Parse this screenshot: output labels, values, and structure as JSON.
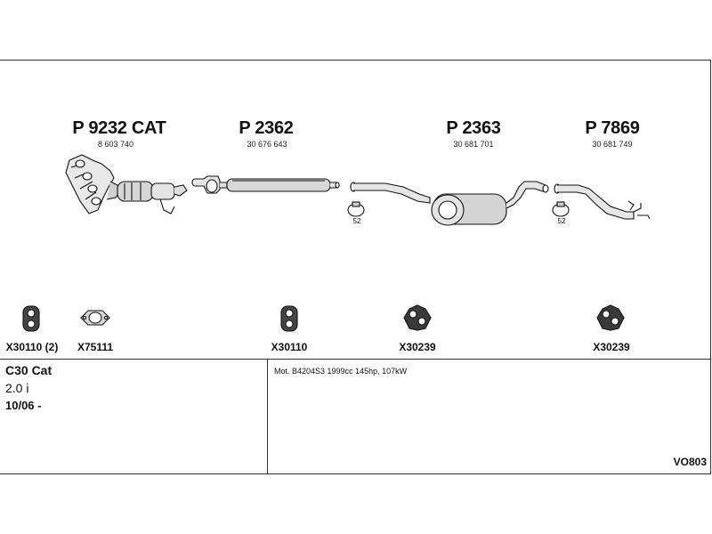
{
  "parts": [
    {
      "title": "P 9232 CAT",
      "number": "8 603 740"
    },
    {
      "title": "P 2362",
      "number": "30 676 643"
    },
    {
      "title": "P 2363",
      "number": "30 681 701"
    },
    {
      "title": "P 7869",
      "number": "30 681 749"
    }
  ],
  "clamps": [
    {
      "size": "52"
    },
    {
      "size": "52"
    }
  ],
  "accessories": [
    {
      "label": "X30110 (2)",
      "icon": "rubber-hanger-icon"
    },
    {
      "label": "X75111",
      "icon": "gasket-icon"
    },
    {
      "label": "X30110",
      "icon": "rubber-hanger-icon"
    },
    {
      "label": "X30239",
      "icon": "rubber-mount-icon"
    },
    {
      "label": "X30239",
      "icon": "rubber-mount-icon"
    }
  ],
  "vehicle": {
    "model": "C30 Cat",
    "engine": "2.0 i",
    "year": "10/06 -",
    "engine_details": "Mot. B4204S3 1999cc 145hp, 107kW"
  },
  "diagram_code": "VO803"
}
